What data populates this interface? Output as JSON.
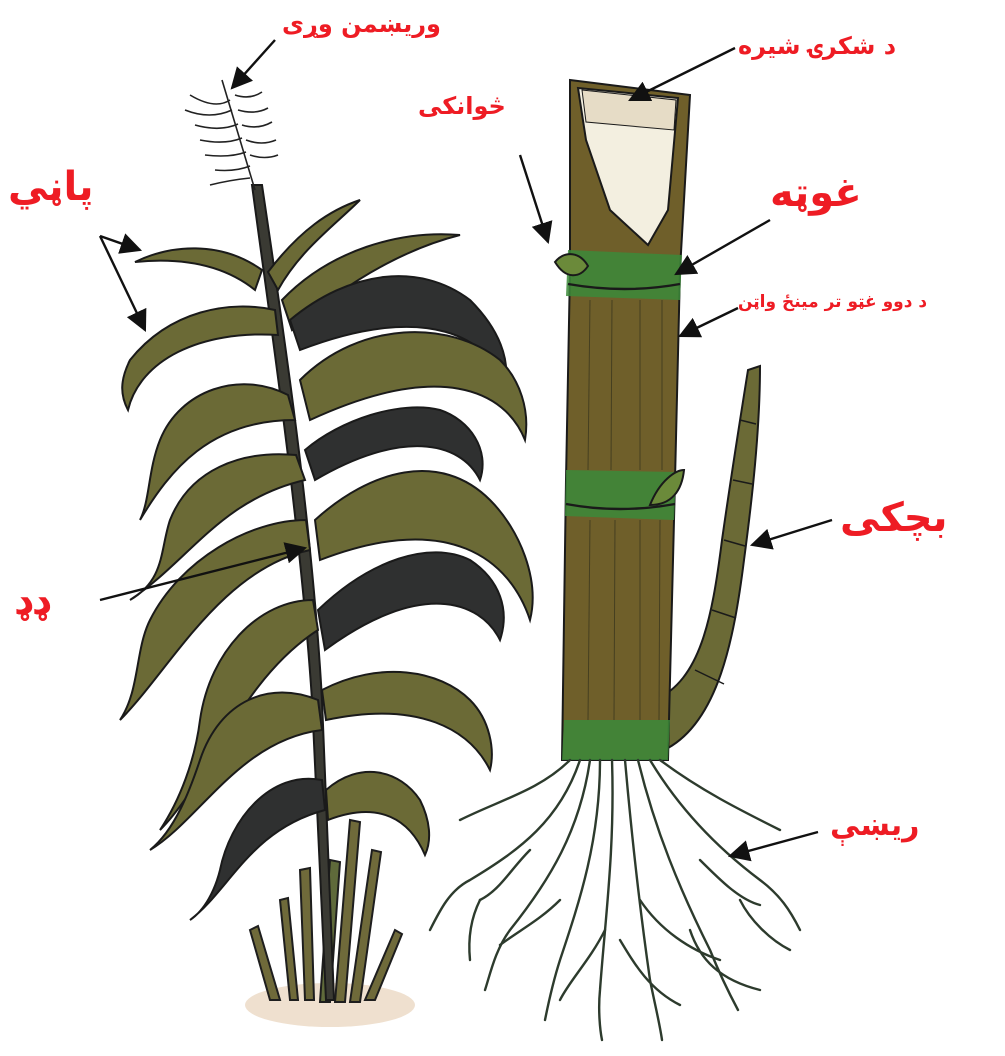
{
  "labels": {
    "male_flowers": "وريښمن وړی",
    "leaves": "پاڼي",
    "stem": "ډډ",
    "sugar_juice": "د شکرۍ شيره",
    "bud": "څوانکی",
    "node": "غوټه",
    "internode": "د دوو غټو تر مينځ واټن",
    "shoot": "بچکی",
    "roots": "ريښې"
  },
  "colors": {
    "label": "#ee1c24",
    "leaf_olive": "#6b6a36",
    "leaf_dark": "#2f3030",
    "stalk": "#6f5f2a",
    "band_green": "#3c8a3a",
    "cut_face": "#f3efe0",
    "root": "#2d3b2d",
    "ground": "#efe0cf"
  }
}
